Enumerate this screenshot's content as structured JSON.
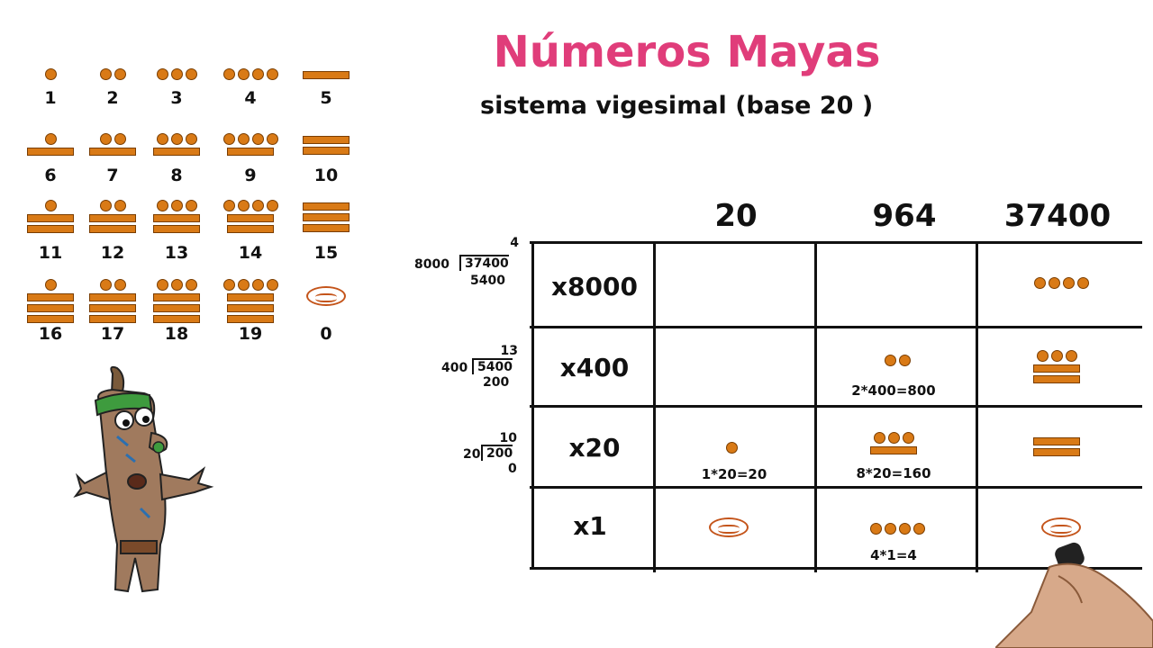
{
  "header": {
    "title": "Números Mayas",
    "subtitle": "sistema vigesimal (base 20 )"
  },
  "legend": [
    {
      "label": "1",
      "dots": 1,
      "bars": 0
    },
    {
      "label": "2",
      "dots": 2,
      "bars": 0
    },
    {
      "label": "3",
      "dots": 3,
      "bars": 0
    },
    {
      "label": "4",
      "dots": 4,
      "bars": 0
    },
    {
      "label": "5",
      "dots": 0,
      "bars": 1
    },
    {
      "label": "6",
      "dots": 1,
      "bars": 1
    },
    {
      "label": "7",
      "dots": 2,
      "bars": 1
    },
    {
      "label": "8",
      "dots": 3,
      "bars": 1
    },
    {
      "label": "9",
      "dots": 4,
      "bars": 1
    },
    {
      "label": "10",
      "dots": 0,
      "bars": 2
    },
    {
      "label": "11",
      "dots": 1,
      "bars": 2
    },
    {
      "label": "12",
      "dots": 2,
      "bars": 2
    },
    {
      "label": "13",
      "dots": 3,
      "bars": 2
    },
    {
      "label": "14",
      "dots": 4,
      "bars": 2
    },
    {
      "label": "15",
      "dots": 0,
      "bars": 3
    },
    {
      "label": "16",
      "dots": 1,
      "bars": 3
    },
    {
      "label": "17",
      "dots": 2,
      "bars": 3
    },
    {
      "label": "18",
      "dots": 3,
      "bars": 3
    },
    {
      "label": "19",
      "dots": 4,
      "bars": 3
    },
    {
      "label": "0",
      "dots": 0,
      "bars": 0,
      "zero": true
    }
  ],
  "table": {
    "columns": [
      "20",
      "964",
      "37400"
    ],
    "rows": [
      "x8000",
      "x400",
      "x20",
      "x1"
    ],
    "notes": {
      "r1c1": "2*400=800",
      "r2c0": "1*20=20",
      "r2c1": "8*20=160",
      "r3c1": "4*1=4"
    }
  },
  "divisions": [
    {
      "quotient": "4",
      "divisor": "8000",
      "dividend": "37400",
      "remainder": "5400"
    },
    {
      "quotient": "13",
      "divisor": "400",
      "dividend": "5400",
      "remainder": "200"
    },
    {
      "quotient": "10",
      "divisor": "20",
      "dividend": "200",
      "remainder": "0"
    }
  ],
  "colors": {
    "title": "#e03d7a",
    "glyph_fill": "#d97a16",
    "shell_stroke": "#c4541a"
  }
}
